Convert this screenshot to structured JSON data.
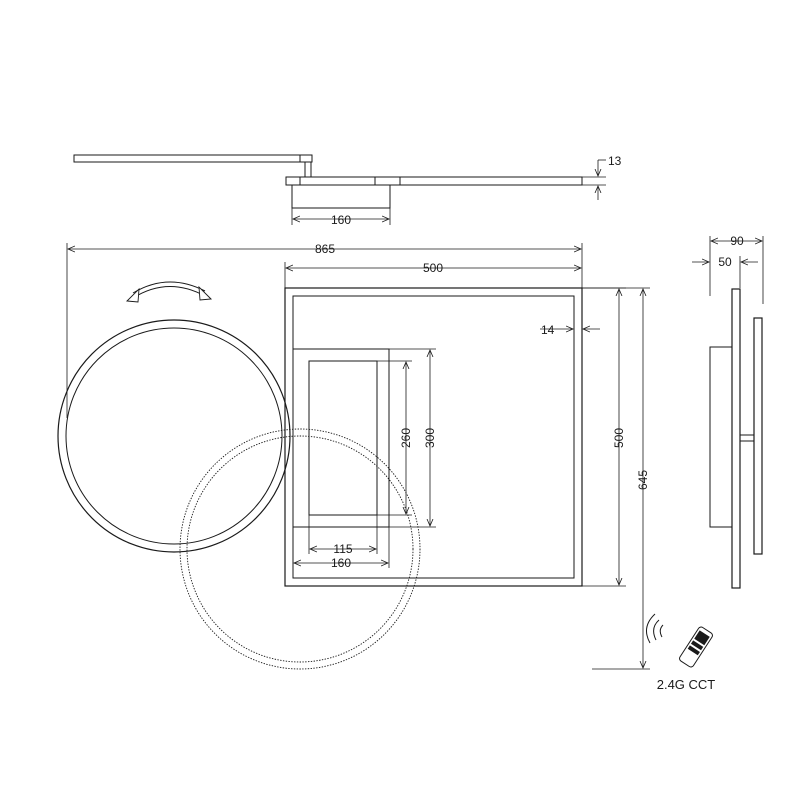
{
  "dimensions": {
    "thickness_top": "13",
    "base_width_top": "160",
    "overall_width": "865",
    "square_width": "500",
    "frame_offset": "14",
    "square_height": "500",
    "overall_height": "645",
    "inner_height": "260",
    "inner_outer_height": "300",
    "inner_width": "115",
    "inner_outer_width": "160",
    "depth_total": "90",
    "depth_base": "50"
  },
  "remote": {
    "caption": "2.4G CCT"
  }
}
